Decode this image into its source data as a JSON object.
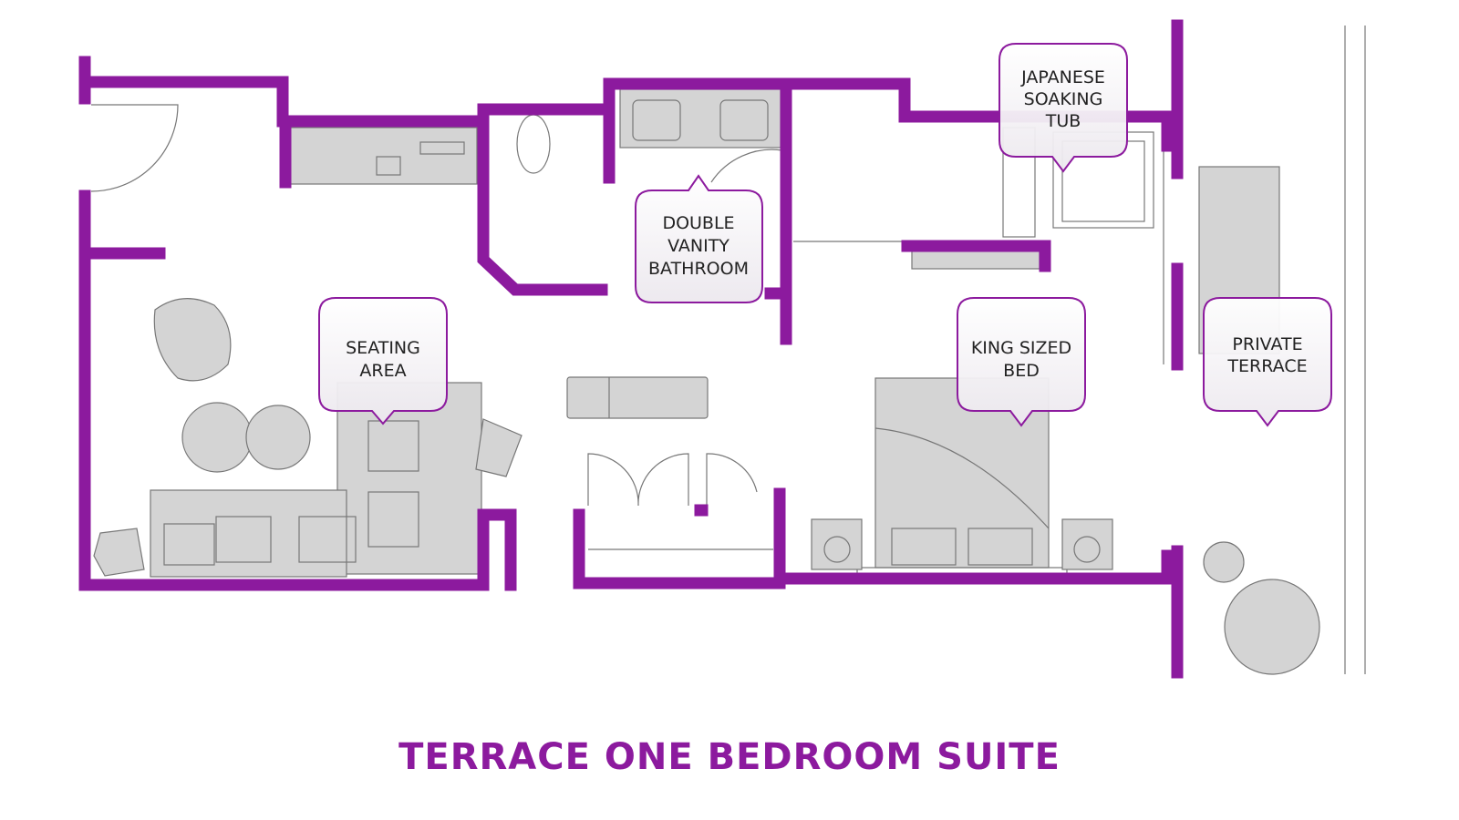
{
  "title": "TERRACE ONE BEDROOM SUITE",
  "labels": {
    "seating": [
      "SEATING",
      "AREA"
    ],
    "vanity": [
      "DOUBLE",
      "VANITY",
      "BATHROOM"
    ],
    "tub": [
      "JAPANESE",
      "SOAKING",
      "TUB"
    ],
    "bed": [
      "KING SIZED",
      "BED"
    ],
    "terrace": [
      "PRIVATE",
      "TERRACE"
    ]
  },
  "colors": {
    "wall": "#8c1a9e",
    "furniture": "#d4d4d4",
    "title": "#8c1a9e"
  }
}
